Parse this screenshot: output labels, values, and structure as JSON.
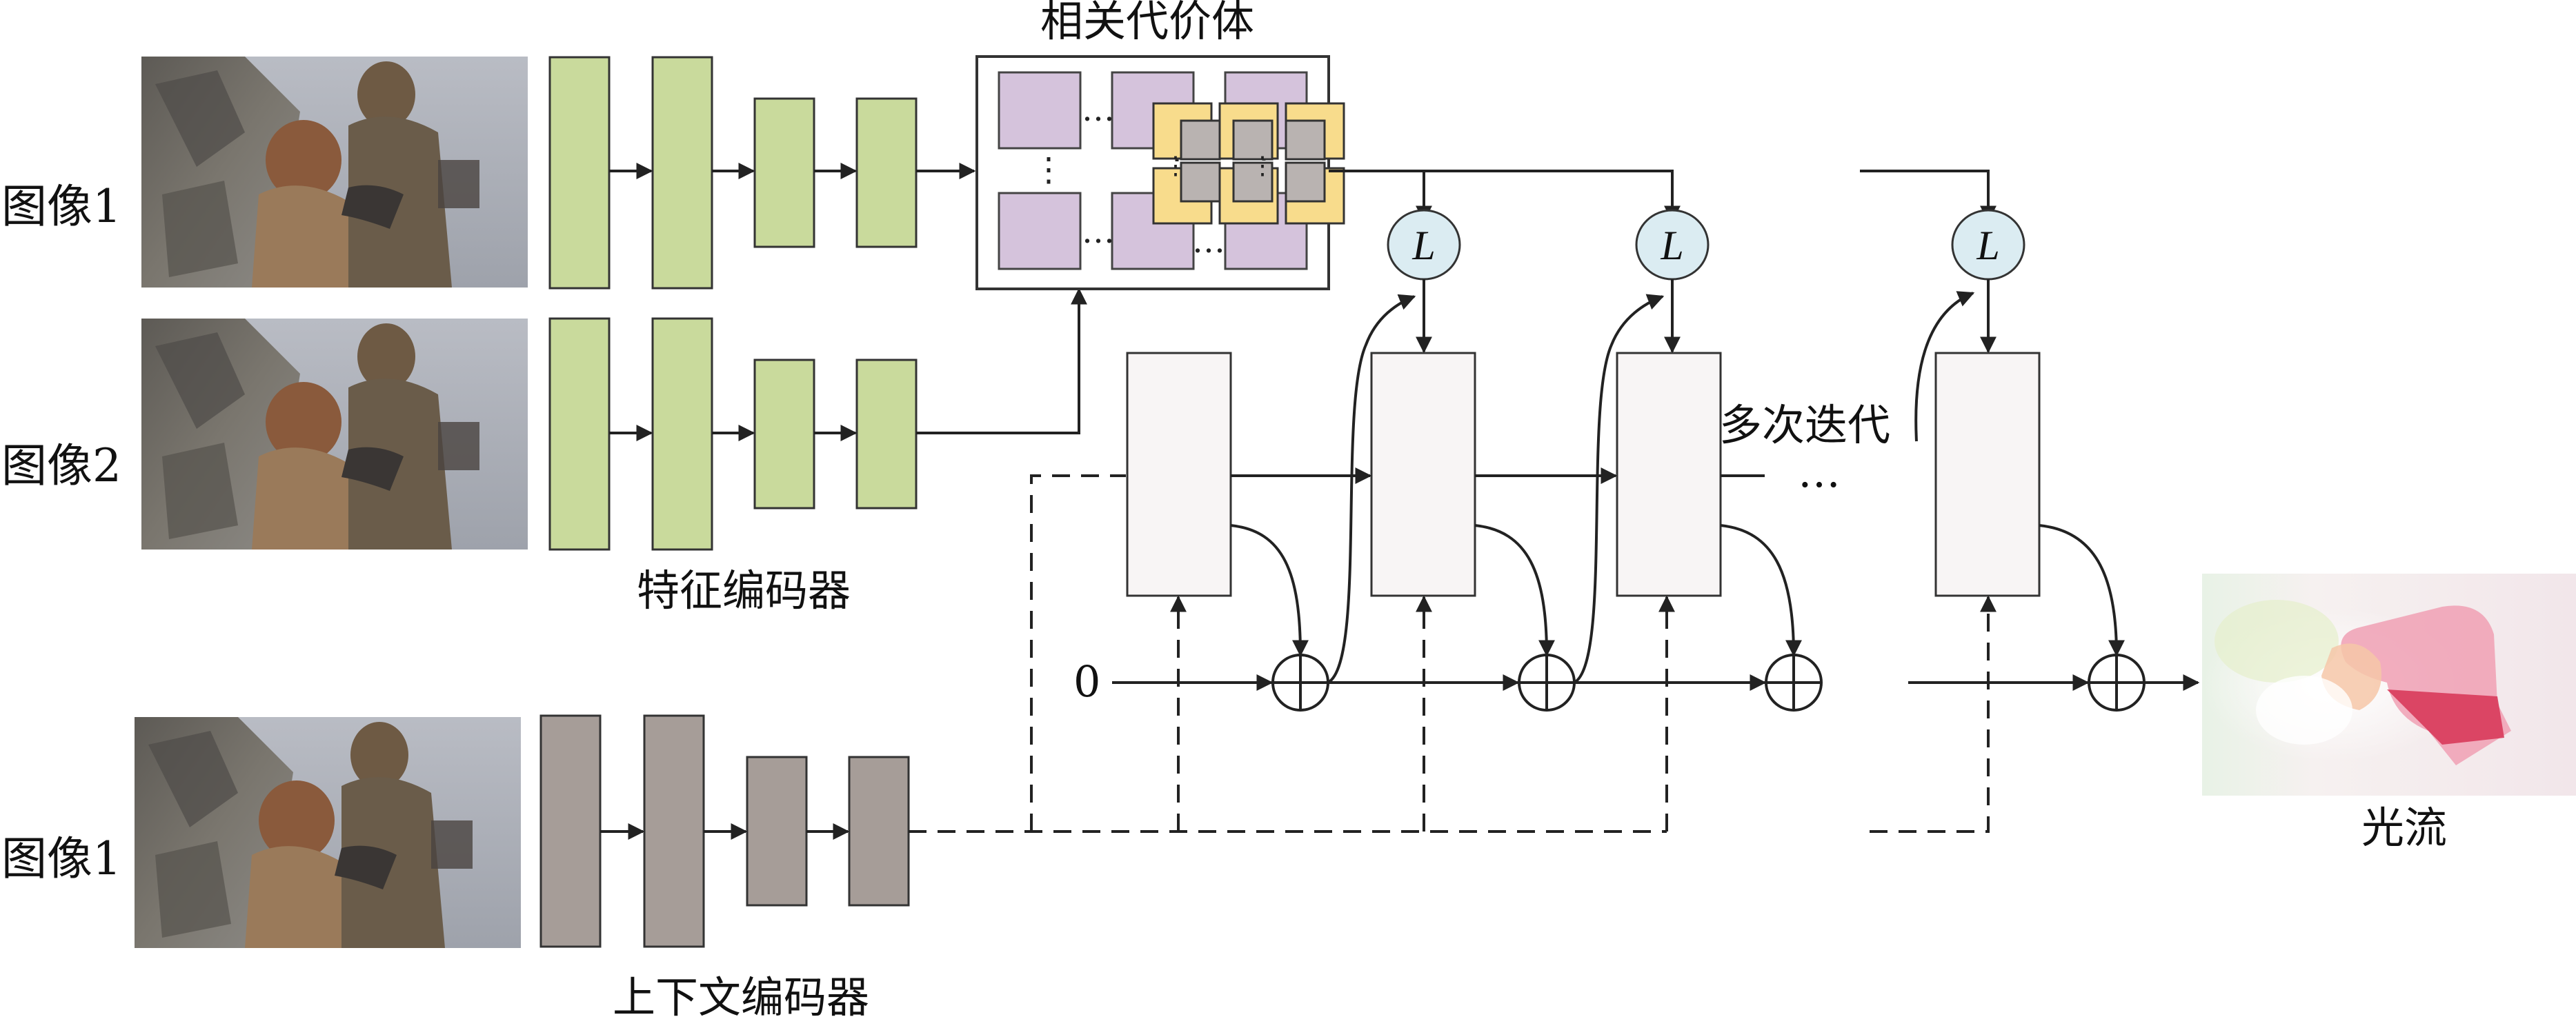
{
  "labels": {
    "image1_top": "图像1",
    "image2": "图像2",
    "image1_bottom": "图像1",
    "feature_encoder": "特征编码器",
    "context_encoder": "上下文编码器",
    "correlation_volume": "相关代价体",
    "iterations": "多次迭代",
    "optical_flow": "光流",
    "zero": "0",
    "lookup": "L",
    "ellipsis": "…",
    "vdots": "⋮"
  },
  "colors": {
    "feature_block": "#c9da9c",
    "context_block": "#a69d98",
    "corr_cell": "#d5c3dc",
    "lookup_window": "#f8dc8c",
    "lookup_cell": "#b9b3b1",
    "lookup_circle": "#dbecf2",
    "gru_block": "#f8f5f5",
    "line": "#222222"
  },
  "icons": {
    "sum": "circled-plus-icon",
    "arrow": "arrow-right-icon"
  }
}
